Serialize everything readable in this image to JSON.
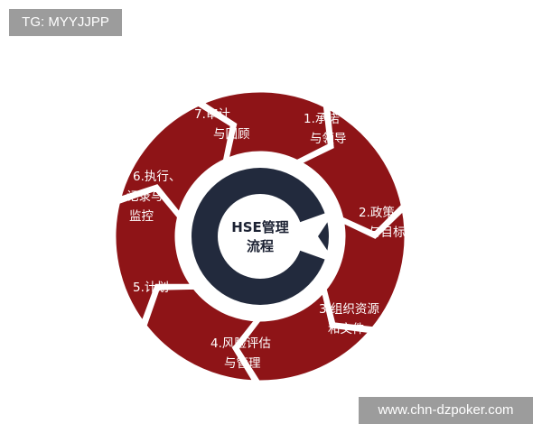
{
  "watermark_top": "TG: MYYJJPP",
  "watermark_bottom": "www.chn-dzpoker.com",
  "center": {
    "line1": "HSE管理",
    "line2": "流程"
  },
  "steps": [
    {
      "line1": "1.承诺",
      "line2": "与领导"
    },
    {
      "line1": "2.政策",
      "line2": "与目标"
    },
    {
      "line1": "3.组织资源",
      "line2": "和文件"
    },
    {
      "line1": "4.风险评估",
      "line2": "与管理"
    },
    {
      "line1": "5.计划",
      "line2": ""
    },
    {
      "line1": "6.执行、",
      "line2": "记录与",
      "line3": "监控"
    },
    {
      "line1": "7.审计",
      "line2": "与回顾"
    }
  ],
  "colors": {
    "segment": "#8e1417",
    "center_ring": "#222a3d",
    "watermark_bg": "#9c9c9c"
  }
}
